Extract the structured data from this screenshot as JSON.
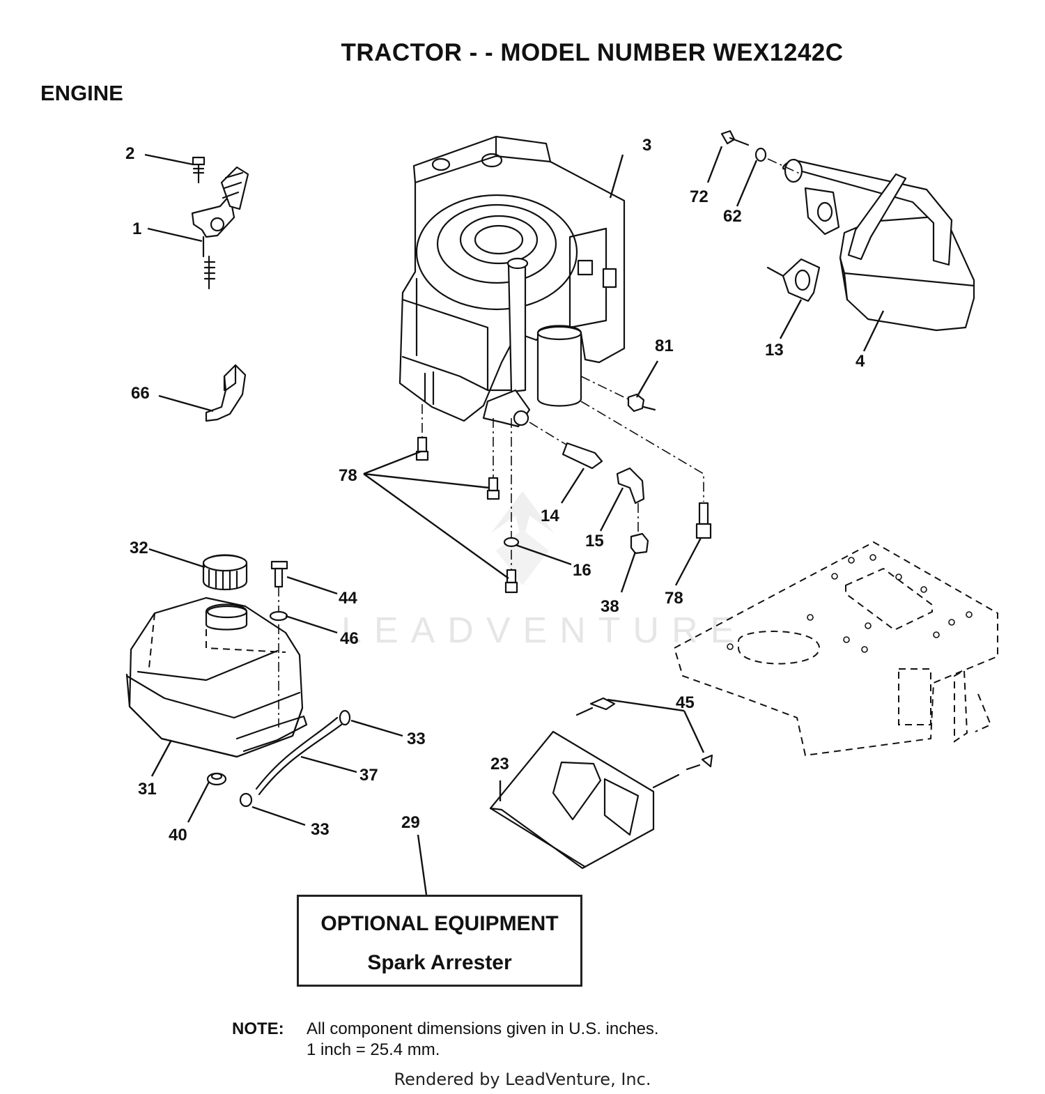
{
  "title": "TRACTOR - - MODEL NUMBER WEX1242C",
  "section": "ENGINE",
  "callouts": [
    "1",
    "2",
    "3",
    "4",
    "13",
    "14",
    "15",
    "16",
    "23",
    "29",
    "31",
    "32",
    "33",
    "33",
    "37",
    "38",
    "40",
    "44",
    "45",
    "46",
    "62",
    "66",
    "72",
    "78",
    "78",
    "81"
  ],
  "watermark": "LEADVENTURE",
  "optional_box": {
    "title": "OPTIONAL EQUIPMENT",
    "item": "Spark Arrester"
  },
  "note": {
    "label": "NOTE:",
    "line1": "All component dimensions given in U.S. inches.",
    "line2": "1 inch = 25.4 mm."
  },
  "footer": "Rendered by LeadVenture, Inc."
}
